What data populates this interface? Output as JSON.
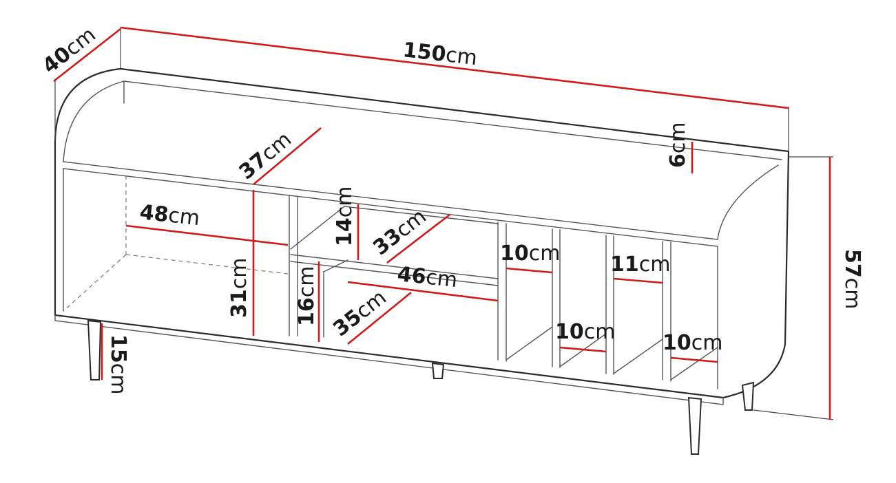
{
  "diagram": {
    "dimensions": [
      {
        "id": "width",
        "value": "150",
        "unit": "cm"
      },
      {
        "id": "depth",
        "value": "40",
        "unit": "cm"
      },
      {
        "id": "height",
        "value": "57",
        "unit": "cm"
      },
      {
        "id": "leg-height",
        "value": "15",
        "unit": "cm"
      },
      {
        "id": "top-rim",
        "value": "6",
        "unit": "cm"
      },
      {
        "id": "left-depth",
        "value": "37",
        "unit": "cm"
      },
      {
        "id": "left-width",
        "value": "48",
        "unit": "cm"
      },
      {
        "id": "left-height",
        "value": "31",
        "unit": "cm"
      },
      {
        "id": "shelf-upper-height",
        "value": "14",
        "unit": "cm"
      },
      {
        "id": "shelf-upper-depth",
        "value": "33",
        "unit": "cm"
      },
      {
        "id": "shelf-lower-height",
        "value": "16",
        "unit": "cm"
      },
      {
        "id": "shelf-lower-depth",
        "value": "35",
        "unit": "cm"
      },
      {
        "id": "shelf-lower-width",
        "value": "46",
        "unit": "cm"
      },
      {
        "id": "slot-1-width-top",
        "value": "10",
        "unit": "cm"
      },
      {
        "id": "slot-2-width-bottom",
        "value": "10",
        "unit": "cm"
      },
      {
        "id": "slot-3-width-top",
        "value": "11",
        "unit": "cm"
      },
      {
        "id": "slot-4-width-bottom",
        "value": "10",
        "unit": "cm"
      }
    ]
  }
}
